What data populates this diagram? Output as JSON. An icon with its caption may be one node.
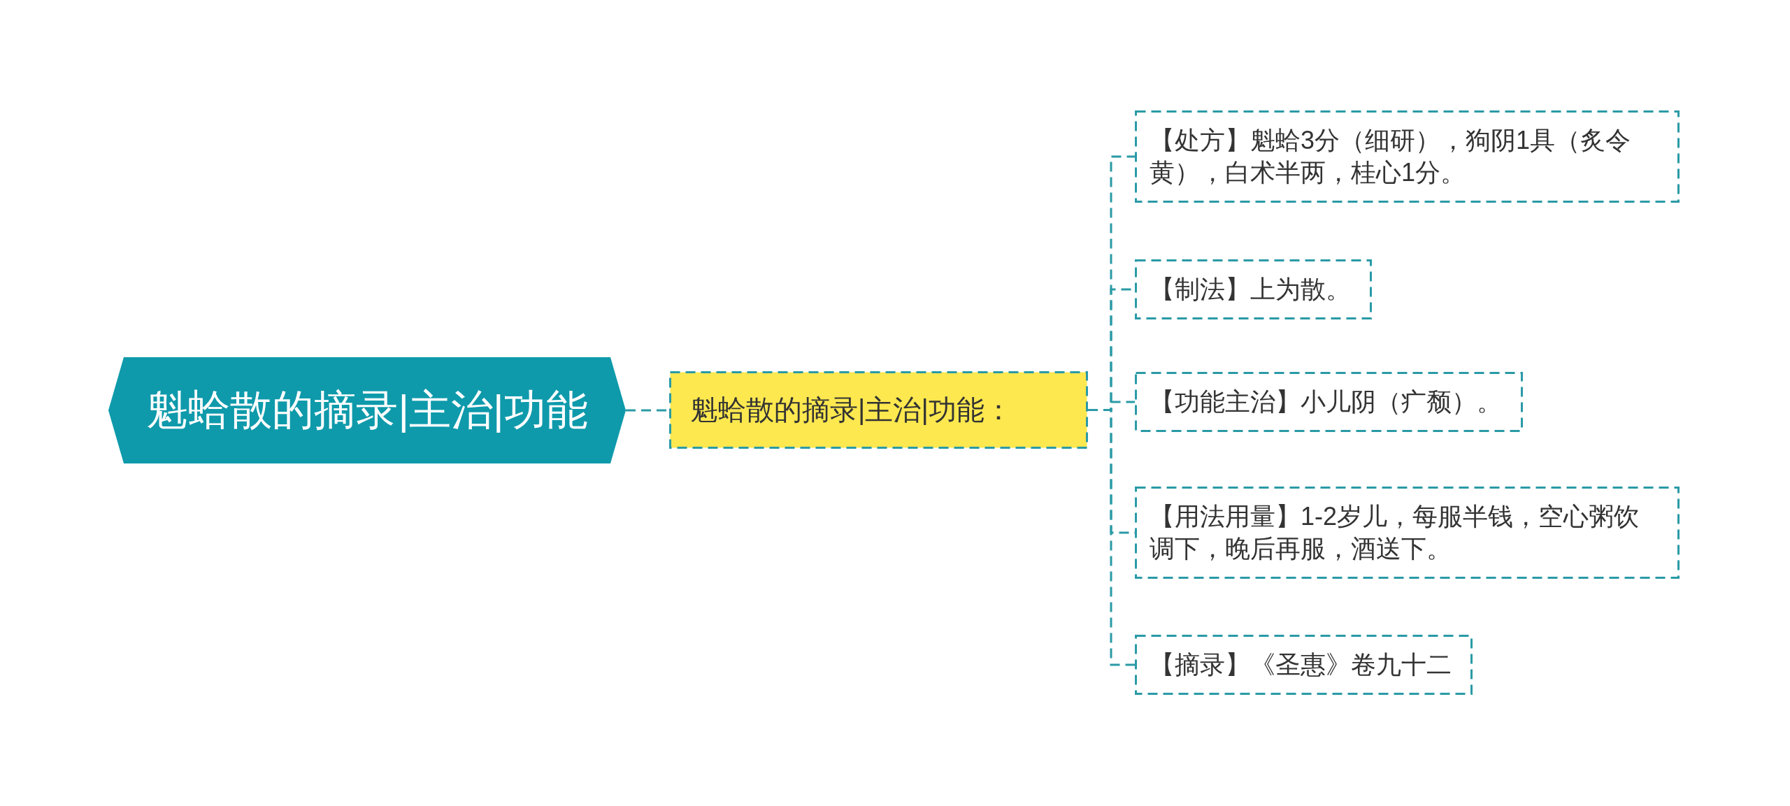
{
  "diagram": {
    "nodes": [
      {
        "text": [
          "魁蛤散的摘录|主治|功能"
        ]
      },
      {
        "text": [
          "魁蛤散的摘录|主治|功能："
        ]
      },
      {
        "text": [
          "【处方】魁蛤3分（细研），狗阴1具（炙令黄），白术半两，桂心1分。"
        ]
      },
      {
        "text": [
          "【制法】上为散。"
        ]
      },
      {
        "text": [
          "【功能主治】小儿阴（疒颓）。"
        ]
      },
      {
        "text": [
          "【用法用量】1-2岁儿，每服半钱，空心粥饮调下，晚后再服，酒送下。"
        ]
      },
      {
        "text": [
          "【摘录】《圣惠》卷九十二"
        ]
      }
    ],
    "edges": [
      {
        "from": 0,
        "to": 1,
        "arrow": "none"
      },
      {
        "from": 1,
        "to": 2,
        "arrow": "none"
      },
      {
        "from": 1,
        "to": 3,
        "arrow": "none"
      },
      {
        "from": 1,
        "to": 4,
        "arrow": "none"
      },
      {
        "from": 1,
        "to": 5,
        "arrow": "none"
      },
      {
        "from": 1,
        "to": 6,
        "arrow": "none"
      }
    ]
  }
}
